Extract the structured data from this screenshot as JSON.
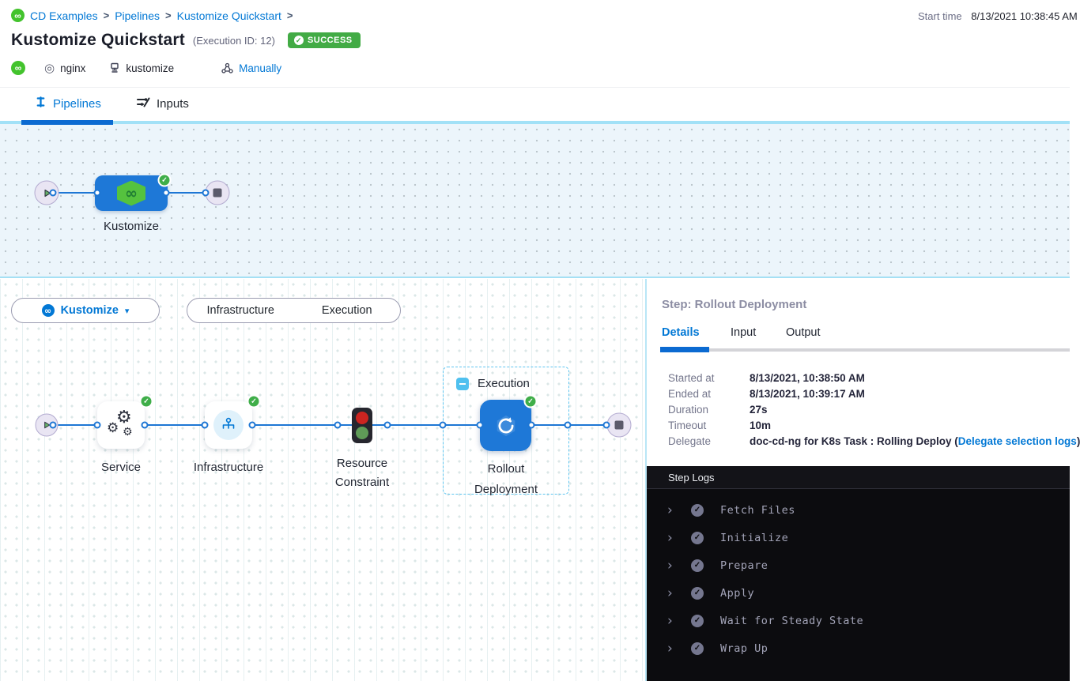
{
  "header": {
    "breadcrumb": {
      "items": [
        "CD Examples",
        "Pipelines",
        "Kustomize Quickstart"
      ],
      "separator": ">"
    },
    "start_time_label": "Start time",
    "start_time_value": "8/13/2021 10:38:45 AM",
    "title": "Kustomize Quickstart",
    "execution_id": "(Execution ID: 12)",
    "status": "SUCCESS",
    "service_name": "nginx",
    "environment_name": "kustomize",
    "trigger_type": "Manually"
  },
  "tabs": {
    "pipelines": "Pipelines",
    "inputs": "Inputs"
  },
  "stage_graph": {
    "stage_label": "Kustomize"
  },
  "exec": {
    "selector_label": "Kustomize",
    "toggle_infrastructure": "Infrastructure",
    "toggle_execution": "Execution",
    "group_label": "Execution",
    "node_labels": [
      "Service",
      "Infrastructure",
      "Resource Constraint",
      "Rollout Deployment"
    ]
  },
  "panel": {
    "title": "Step: Rollout Deployment",
    "tabs": [
      "Details",
      "Input",
      "Output"
    ],
    "rows": [
      {
        "label": "Started at",
        "value": "8/13/2021, 10:38:50 AM"
      },
      {
        "label": "Ended at",
        "value": "8/13/2021, 10:39:17 AM"
      },
      {
        "label": "Duration",
        "value": "27s"
      },
      {
        "label": "Timeout",
        "value": "10m"
      }
    ],
    "delegate": {
      "label": "Delegate",
      "prefix": "doc-cd-ng for K8s Task : Rolling Deploy (",
      "link_text": "Delegate selection logs",
      "suffix": ")"
    }
  },
  "logs": {
    "title": "Step Logs",
    "entries": [
      "Fetch Files",
      "Initialize",
      "Prepare",
      "Apply",
      "Wait for Steady State",
      "Wrap Up"
    ]
  },
  "colors": {
    "accent_blue": "#0278d5",
    "success_green": "#42ab45",
    "node_blue": "#1e78d7",
    "harness_green": "#43c32d",
    "canvas_blue": "#ecf5fb",
    "log_bg": "#0c0c0f"
  }
}
